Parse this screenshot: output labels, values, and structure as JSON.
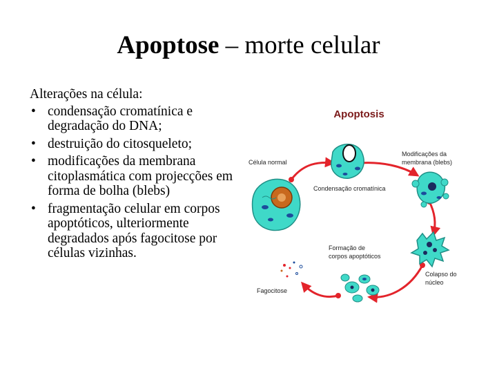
{
  "slide": {
    "title_bold": "Apoptose",
    "title_rest": " – morte celular",
    "intro": "Alterações na célula:",
    "bullets": [
      "condensação cromatínica e degradação do DNA;",
      "destruição do citosqueleto;",
      "modificações da membrana citoplasmática com projecções em forma de bolha (blebs)",
      "fragmentação celular em corpos apoptóticos, ulteriormente degradados após fagocitose por células vizinhas."
    ],
    "bullet_glyph": "•"
  },
  "diagram": {
    "title": "Apoptosis",
    "labels": {
      "normal": "Célula normal",
      "condensation": "Condensação cromatínica",
      "membrane_1": "Modificações da",
      "membrane_2": "membrana (blebs)",
      "collapse_1": "Colapso do",
      "collapse_2": "núcleo",
      "formation_1": "Formação de",
      "formation_2": "corpos apoptóticos",
      "phagocytosis": "Fagocitose"
    },
    "colors": {
      "arrow": "#e3242b",
      "cell": "#3fd9c8",
      "cell_outline": "#1f8f86",
      "nucleus": "#c8691e",
      "organelle": "#1c4c9c"
    }
  }
}
